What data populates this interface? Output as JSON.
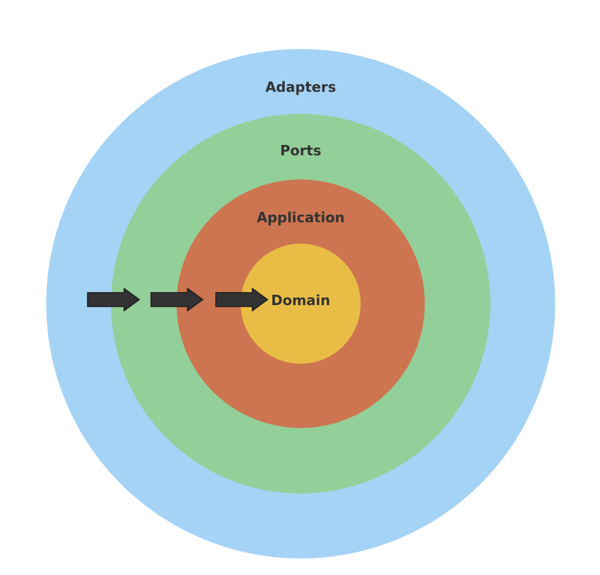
{
  "layers": [
    {
      "key": "adapters",
      "label": "Adapters",
      "color": "#a4d3f6"
    },
    {
      "key": "ports",
      "label": "Ports",
      "color": "#93cf98"
    },
    {
      "key": "application",
      "label": "Application",
      "color": "#cd7550"
    },
    {
      "key": "domain",
      "label": "Domain",
      "color": "#e9bd45"
    }
  ],
  "arrows": {
    "count": 3,
    "color": "#333333",
    "direction": "inward"
  },
  "label_color": "#333333"
}
